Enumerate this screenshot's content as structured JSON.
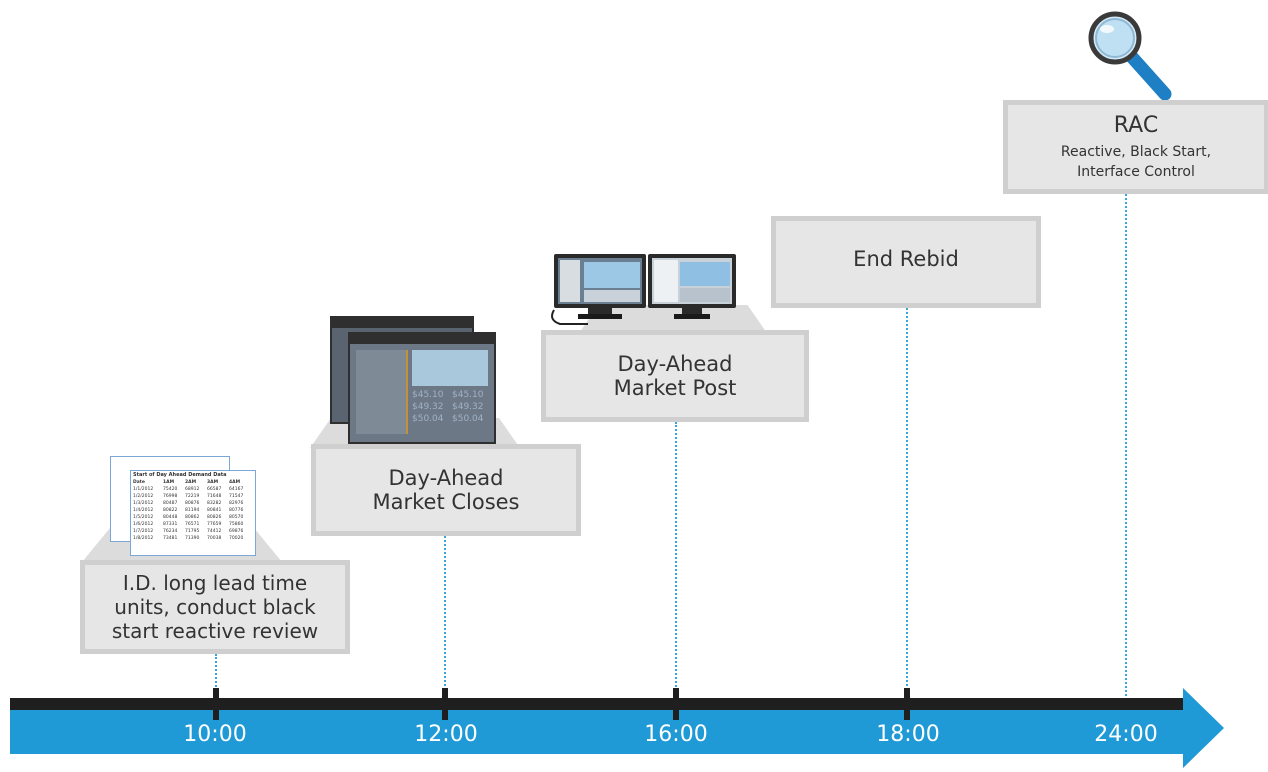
{
  "timeline": {
    "times": [
      "10:00",
      "12:00",
      "16:00",
      "18:00",
      "24:00"
    ]
  },
  "events": {
    "id_review": [
      "I.D. long lead time",
      "units, conduct black",
      "start reactive review"
    ],
    "dam_closes": [
      "Day-Ahead",
      "Market Closes"
    ],
    "dam_post": [
      "Day-Ahead",
      "Market Post"
    ],
    "end_rebid": "End Rebid",
    "rac": {
      "title": "RAC",
      "lines": [
        "Reactive, Black Start,",
        "Interface Control"
      ]
    }
  },
  "spreadsheet": {
    "title": "Start of Day Ahead Demand Data",
    "headers": [
      "Date",
      "1AM",
      "2AM",
      "3AM",
      "4AM"
    ],
    "rows": [
      [
        "1/1/2012",
        "75420",
        "68912",
        "66587",
        "64167"
      ],
      [
        "1/2/2012",
        "76998",
        "72219",
        "71648",
        "71547"
      ],
      [
        "1/3/2012",
        "80487",
        "80876",
        "83282",
        "82976"
      ],
      [
        "1/4/2012",
        "80822",
        "81194",
        "80841",
        "80776"
      ],
      [
        "1/5/2012",
        "80448",
        "80862",
        "80826",
        "80570"
      ],
      [
        "1/6/2012",
        "87331",
        "76571",
        "77659",
        "75860"
      ],
      [
        "1/7/2012",
        "76234",
        "71795",
        "74412",
        "69876"
      ],
      [
        "1/8/2012",
        "73481",
        "71390",
        "70038",
        "70020"
      ]
    ]
  },
  "dashboard": {
    "prices": [
      "$45.10",
      "$45.10",
      "$49.32",
      "$49.32",
      "$50.04",
      "$50.04"
    ]
  },
  "colors": {
    "arrow_blue": "#1f9ad6",
    "axis_black": "#1f1f1f",
    "box_fill": "#e6e6e6",
    "box_border": "#cfcfcf",
    "leader_line": "#3aa6dc"
  }
}
